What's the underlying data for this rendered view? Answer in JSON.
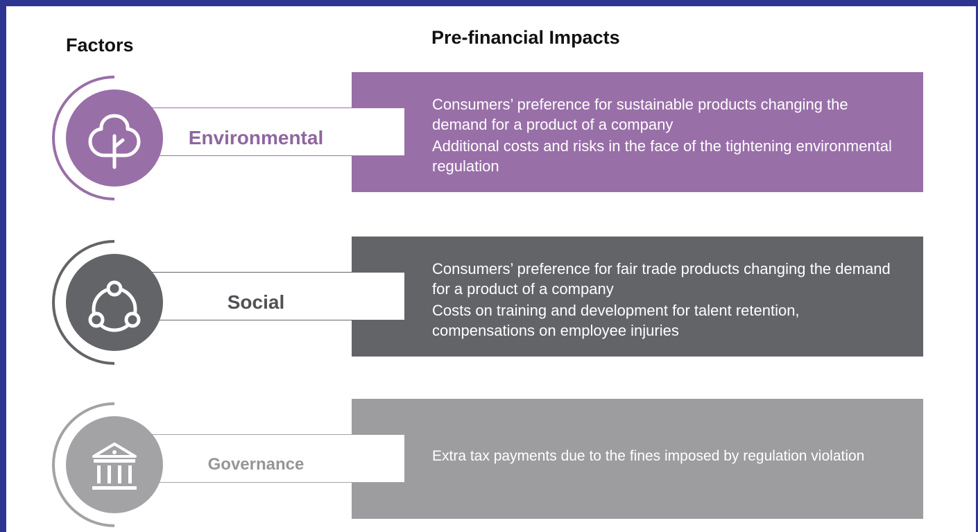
{
  "headers": {
    "factors": "Factors",
    "impacts": "Pre-financial Impacts"
  },
  "rows": [
    {
      "factor": "Environmental",
      "icon": "tree-icon",
      "color": "#996fa8",
      "impacts": [
        "Consumers’ preference for sustainable products changing the demand for a product of a company",
        "Additional costs and risks in the face of the tightening environmental regulation"
      ]
    },
    {
      "factor": "Social",
      "icon": "network-icon",
      "color": "#636467",
      "impacts": [
        "Consumers’ preference for fair trade products changing the demand for a product of a company",
        "Costs on training and development for talent retention, compensations on employee injuries"
      ]
    },
    {
      "factor": "Governance",
      "icon": "institution-icon",
      "color": "#9d9da0",
      "impacts": [
        "Extra tax payments due to the fines imposed by regulation violation"
      ]
    }
  ]
}
